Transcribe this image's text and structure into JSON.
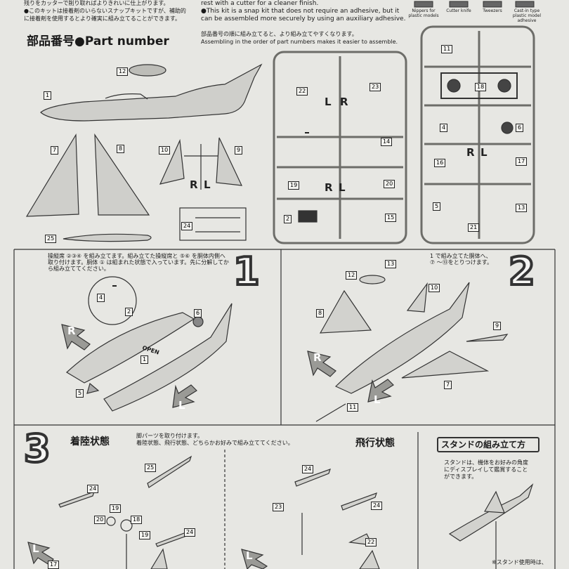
{
  "top_notes": {
    "jp_line1": "残りをカッターで削り取ればよりきれいに仕上がります。",
    "jp_line2": "●このキットは接着剤のいらないスナップキットですが、補助的",
    "jp_line3": "に接着剤を使用するとより確実に組み立てることができます。",
    "en_line1": "rest with a cutter for a cleaner finish.",
    "en_line2": "●This kit is a snap kit that does not require an adhesive, but it",
    "en_line3": "can be assembled more securely by using an auxiliary adhesive."
  },
  "tools": [
    {
      "label": "Nippers for plastic models"
    },
    {
      "label": "Cutter knife"
    },
    {
      "label": "Tweezers"
    },
    {
      "label": "Cast-in type plastic model adhesive"
    }
  ],
  "part_number": {
    "title": "部品番号●Part number",
    "jp_note": "部品番号の順に組み立てると、より組み立てやすくなります。",
    "en_note": "Assembling in the order of part numbers makes it easier to assemble."
  },
  "parts": {
    "p1": "1",
    "p2": "2",
    "p4": "4",
    "p5": "5",
    "p6": "6",
    "p7": "7",
    "p8": "8",
    "p9": "9",
    "p10": "10",
    "p11": "11",
    "p12": "12",
    "p13": "13",
    "p14": "14",
    "p15": "15",
    "p16": "16",
    "p17": "17",
    "p18": "18",
    "p19": "19",
    "p20": "20",
    "p21": "21",
    "p22": "22",
    "p23": "23",
    "p24": "24",
    "p25": "25"
  },
  "lr": {
    "r": "R",
    "l": "L"
  },
  "step1": {
    "number": "1",
    "jp_line1": "操縦席 ②③④ を組み立てます。組み立てた操縦席と ⑤⑥ を胴体内側へ",
    "jp_line2": "取り付けます。胴体 ① は組まれた状態で入っています。先に分解してか",
    "jp_line3": "ら組み立ててください。",
    "open_label": "OPEN"
  },
  "step2": {
    "number": "2",
    "jp_line1": "1 で組み立てた胴体へ、",
    "jp_line2": "⑦ ～⑬をとりつけます。"
  },
  "step3": {
    "number": "3",
    "landing_title": "着陸状態",
    "jp_line1": "脚パーツを取り付けます。",
    "jp_line2": "着陸状態、飛行状態、どちらかお好みで組み立ててください。",
    "flight_title": "飛行状態"
  },
  "stand": {
    "title": "スタンドの組み立て方",
    "jp_line1": "スタンドは、機体をお好みの角度",
    "jp_line2": "にディスプレイして鑑賞すること",
    "jp_line3": "ができます。",
    "note": "※スタンド使用時は、"
  }
}
